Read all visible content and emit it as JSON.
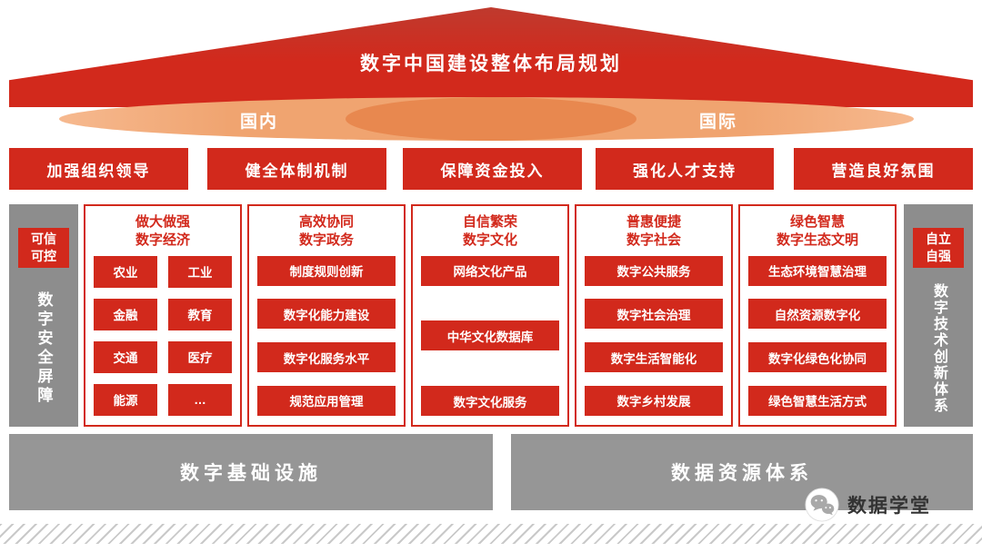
{
  "title": "数字中国建设整体布局规划",
  "scope": {
    "domestic": "国内",
    "international": "国际"
  },
  "measures": [
    "加强组织领导",
    "健全体制机制",
    "保障资金投入",
    "强化人才支持",
    "营造良好氛围"
  ],
  "left_bar": {
    "badge": "可信\n可控",
    "label": "数字安全屏障"
  },
  "right_bar": {
    "badge": "自立\n自强",
    "label": "数字技术创新体系"
  },
  "columns": [
    {
      "header": "做大做强\n数字经济",
      "items": [
        "农业",
        "工业",
        "金融",
        "教育",
        "交通",
        "医疗",
        "能源",
        "…"
      ]
    },
    {
      "header": "高效协同\n数字政务",
      "items": [
        "制度规则创新",
        "数字化能力建设",
        "数字化服务水平",
        "规范应用管理"
      ]
    },
    {
      "header": "自信繁荣\n数字文化",
      "items": [
        "网络文化产品",
        "中华文化数据库",
        "数字文化服务"
      ]
    },
    {
      "header": "普惠便捷\n数字社会",
      "items": [
        "数字公共服务",
        "数字社会治理",
        "数字生活智能化",
        "数字乡村发展"
      ]
    },
    {
      "header": "绿色智慧\n数字生态文明",
      "items": [
        "生态环境智慧治理",
        "自然资源数字化",
        "数字化绿色化协同",
        "绿色智慧生活方式"
      ]
    }
  ],
  "foundations": [
    "数字基础设施",
    "数据资源体系"
  ],
  "watermark": "数据学堂",
  "icons": {
    "watermark_logo": "wechat-icon"
  },
  "colors": {
    "red": "#d2291c",
    "orange_outer": "#f0a470",
    "orange_inner": "#e8884f",
    "sidebar_gray": "#8d8d8d",
    "base_gray": "#969696"
  }
}
